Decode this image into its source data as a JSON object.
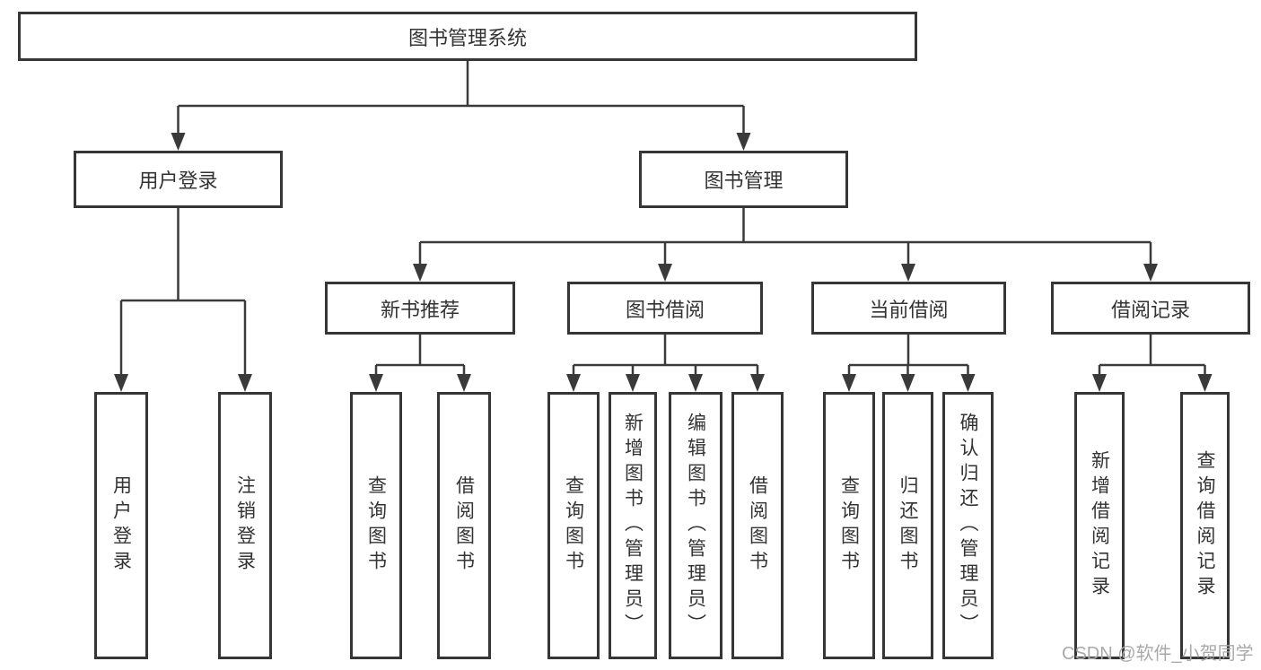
{
  "diagram": {
    "root": {
      "label": "图书管理系统",
      "children": [
        {
          "label": "用户登录",
          "children": [
            {
              "label": "用户登录"
            },
            {
              "label": "注销登录"
            }
          ]
        },
        {
          "label": "图书管理",
          "children": [
            {
              "label": "新书推荐",
              "children": [
                {
                  "label": "查询图书"
                },
                {
                  "label": "借阅图书"
                }
              ]
            },
            {
              "label": "图书借阅",
              "children": [
                {
                  "label": "查询图书"
                },
                {
                  "label": "新增图书（管理员）"
                },
                {
                  "label": "编辑图书（管理员）"
                },
                {
                  "label": "借阅图书"
                }
              ]
            },
            {
              "label": "当前借阅",
              "children": [
                {
                  "label": "查询图书"
                },
                {
                  "label": "归还图书"
                },
                {
                  "label": "确认归还（管理员）"
                }
              ]
            },
            {
              "label": "借阅记录",
              "children": [
                {
                  "label": "新增借阅记录"
                },
                {
                  "label": "查询借阅记录"
                }
              ]
            }
          ]
        }
      ]
    }
  },
  "watermark": "CSDN @软件_小贺同学",
  "colors": {
    "line": "#3a3a3a",
    "border": "#363636",
    "text": "#333333",
    "watermark_text": "#a9a9a9",
    "background": "#ffffff"
  }
}
